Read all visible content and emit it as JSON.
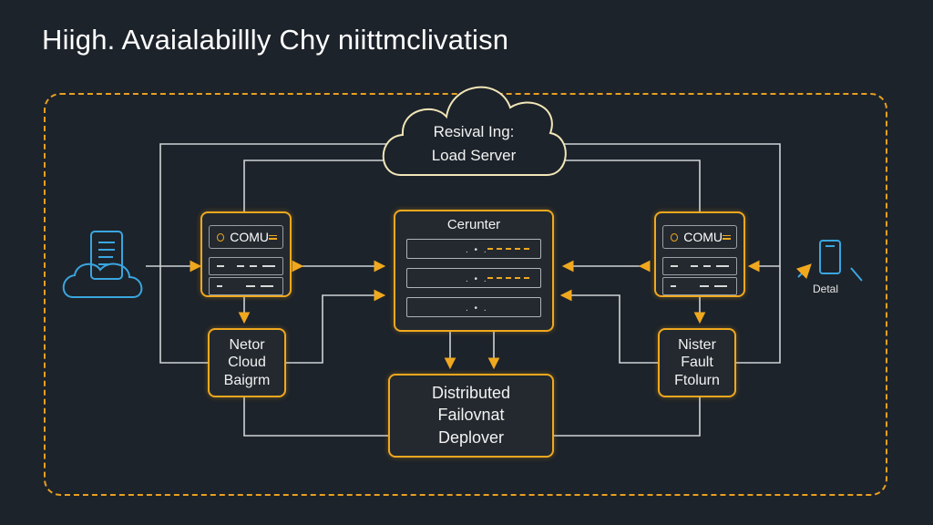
{
  "title": "Hiigh. Avaialabillly Chy niittmclivatisn",
  "cloud": {
    "line1": "Resival Ing:",
    "line2": "Load Server"
  },
  "left_server": {
    "label": "COMU"
  },
  "right_server": {
    "label": "COMU"
  },
  "center_server": {
    "title": "Cerunter"
  },
  "left_box": {
    "line1": "Netor",
    "line2": "Cloud",
    "line3": "Baigrm"
  },
  "right_box": {
    "line1": "Nister",
    "line2": "Fault",
    "line3": "Ftolurn"
  },
  "bottom_box": {
    "line1": "Distributed",
    "line2": "Failovnat",
    "line3": "Deplover"
  },
  "right_client": {
    "label": "Detal"
  },
  "colors": {
    "accent": "#f0a81e",
    "client_icon": "#3aa6e0",
    "background": "#1d232a"
  }
}
